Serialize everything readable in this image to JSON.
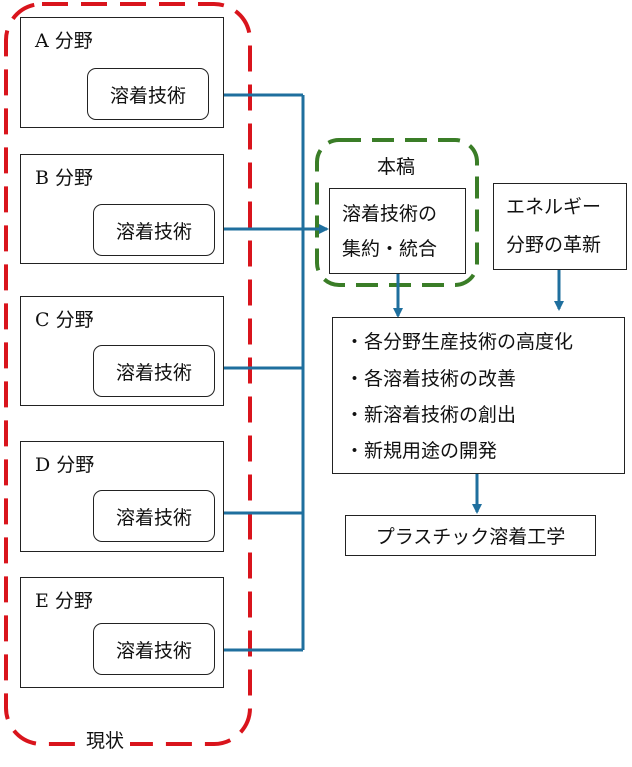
{
  "current_state": {
    "label": "現状",
    "fields": [
      {
        "name": "A 分野",
        "tech": "溶着技術"
      },
      {
        "name": "B 分野",
        "tech": "溶着技術"
      },
      {
        "name": "C 分野",
        "tech": "溶着技術"
      },
      {
        "name": "D 分野",
        "tech": "溶着技術"
      },
      {
        "name": "E 分野",
        "tech": "溶着技術"
      }
    ]
  },
  "this_paper": {
    "label": "本稿",
    "box_line1": "溶着技術の",
    "box_line2": "集約・統合"
  },
  "energy": {
    "line1": "エネルギー",
    "line2": "分野の革新"
  },
  "outcomes": [
    "・各分野生産技術の高度化",
    "・各溶着技術の改善",
    "・新溶着技術の創出",
    "・新規用途の開発"
  ],
  "result": "プラスチック溶着工学",
  "colors": {
    "current_border": "#d9141c",
    "this_paper_border": "#3a7d27",
    "arrow": "#1f6f9e",
    "box_border": "#222222"
  }
}
